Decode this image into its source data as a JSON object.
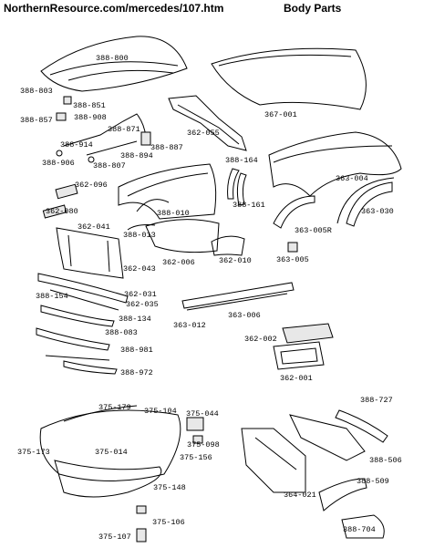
{
  "header": {
    "site": "NorthernResource.com/mercedes/107.htm",
    "section": "Body Parts"
  },
  "parts": [
    {
      "id": "p388800",
      "label": "388-800"
    },
    {
      "id": "p388803",
      "label": "388-803"
    },
    {
      "id": "p388851",
      "label": "388-851"
    },
    {
      "id": "p388857",
      "label": "388-857"
    },
    {
      "id": "p388908",
      "label": "388-908"
    },
    {
      "id": "p388871",
      "label": "388-871"
    },
    {
      "id": "p388914",
      "label": "388-914"
    },
    {
      "id": "p388887",
      "label": "388-887"
    },
    {
      "id": "p388894",
      "label": "388-894"
    },
    {
      "id": "p388906",
      "label": "388-906"
    },
    {
      "id": "p388807",
      "label": "388-807"
    },
    {
      "id": "p362055",
      "label": "362-055"
    },
    {
      "id": "p367001",
      "label": "367-001"
    },
    {
      "id": "p362096",
      "label": "362-096"
    },
    {
      "id": "p362080",
      "label": "362-080"
    },
    {
      "id": "p388164",
      "label": "388-164"
    },
    {
      "id": "p363004",
      "label": "363-004"
    },
    {
      "id": "p388161",
      "label": "388-161"
    },
    {
      "id": "p388010",
      "label": "388-010"
    },
    {
      "id": "p362041",
      "label": "362-041"
    },
    {
      "id": "p388013",
      "label": "388-013"
    },
    {
      "id": "p363030",
      "label": "363-030"
    },
    {
      "id": "p363005R",
      "label": "363-005R"
    },
    {
      "id": "p362006",
      "label": "362-006"
    },
    {
      "id": "p362010",
      "label": "362-010"
    },
    {
      "id": "p363005",
      "label": "363-005"
    },
    {
      "id": "p362043",
      "label": "362-043"
    },
    {
      "id": "p388154",
      "label": "388-154"
    },
    {
      "id": "p362031",
      "label": "362-031"
    },
    {
      "id": "p362035",
      "label": "362-035"
    },
    {
      "id": "p388134",
      "label": "388-134"
    },
    {
      "id": "p363012",
      "label": "363-012"
    },
    {
      "id": "p363006",
      "label": "363-006"
    },
    {
      "id": "p388083",
      "label": "388-083"
    },
    {
      "id": "p362002",
      "label": "362-002"
    },
    {
      "id": "p388981",
      "label": "388-981"
    },
    {
      "id": "p362001",
      "label": "362-001"
    },
    {
      "id": "p388972",
      "label": "388-972"
    },
    {
      "id": "p375179",
      "label": "375-179"
    },
    {
      "id": "p375104",
      "label": "375-104"
    },
    {
      "id": "p375044",
      "label": "375-044"
    },
    {
      "id": "p388727",
      "label": "388-727"
    },
    {
      "id": "p375173",
      "label": "375-173"
    },
    {
      "id": "p375014",
      "label": "375-014"
    },
    {
      "id": "p375098",
      "label": "375-098"
    },
    {
      "id": "p375156",
      "label": "375-156"
    },
    {
      "id": "p388506",
      "label": "388-506"
    },
    {
      "id": "p375148",
      "label": "375-148"
    },
    {
      "id": "p388509",
      "label": "388-509"
    },
    {
      "id": "p364021",
      "label": "364-021"
    },
    {
      "id": "p375106",
      "label": "375-106"
    },
    {
      "id": "p375107",
      "label": "375-107"
    },
    {
      "id": "p388704",
      "label": "388-704"
    }
  ]
}
